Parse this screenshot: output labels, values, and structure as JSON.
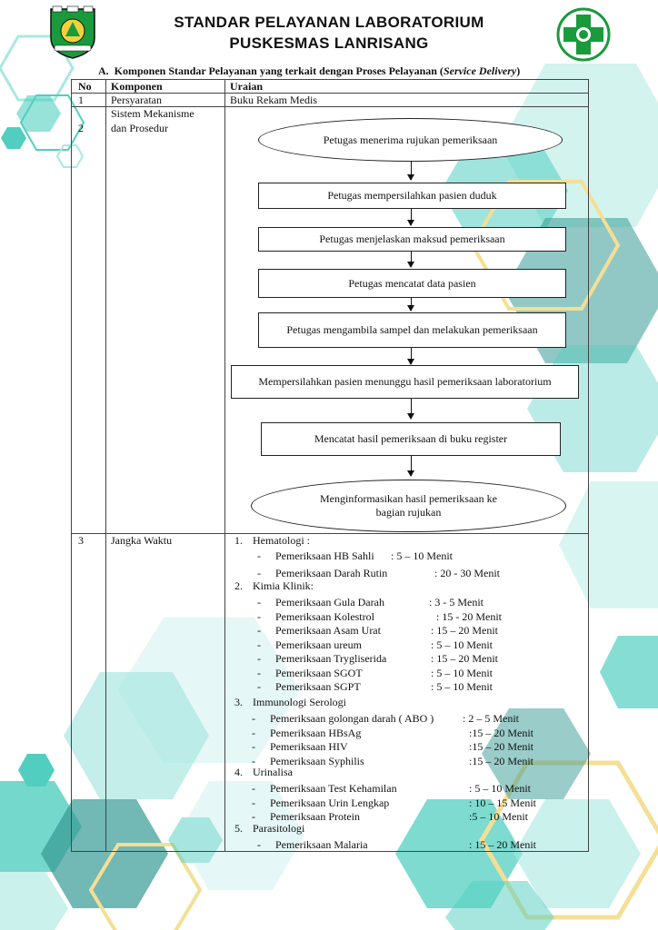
{
  "header": {
    "title_line1": "STANDAR PELAYANAN LABORATORIUM",
    "title_line2": "PUSKESMAS LANRISANG"
  },
  "section": {
    "prefix": "A.",
    "title": "Komponen Standar Pelayanan yang terkait dengan Proses Pelayanan (",
    "title_italic": "Service Delivery",
    "title_end": ")"
  },
  "table": {
    "headers": {
      "no": "No",
      "komponen": "Komponen",
      "uraian": "Uraian"
    },
    "row1": {
      "no": "1",
      "komponen": "Persyaratan",
      "uraian": "Buku Rekam Medis"
    },
    "row2": {
      "no": "2",
      "komponen_line1": "Sistem Mekanisme",
      "komponen_line2": "dan Prosedur"
    },
    "row3": {
      "no": "3",
      "komponen": "Jangka Waktu"
    }
  },
  "flow": {
    "steps": [
      "Petugas menerima rujukan pemeriksaan",
      "Petugas mempersilahkan pasien duduk",
      "Petugas menjelaskan maksud pemeriksaan",
      "Petugas mencatat data pasien",
      "Petugas mengambila sampel dan melakukan pemeriksaan",
      "Mempersilahkan pasien menunggu hasil pemeriksaan laboratorium",
      "Mencatat hasil pemeriksaan di buku register",
      "Menginformasikan hasil pemeriksaan ke",
      "bagian rujukan"
    ]
  },
  "waktu": {
    "groups": [
      {
        "num": "1.",
        "title": "Hematologi :",
        "items": [
          {
            "name": "Pemeriksaan HB Sahli",
            "value": ": 5 – 10 Menit"
          },
          {
            "name": "Pemeriksaan Darah Rutin",
            "value": ": 20 - 30 Menit"
          }
        ]
      },
      {
        "num": "2.",
        "title": "Kimia Klinik:",
        "items": [
          {
            "name": "Pemeriksaan Gula Darah",
            "value": ": 3 - 5  Menit"
          },
          {
            "name": "Pemeriksaan Kolestrol",
            "value": ": 15 - 20 Menit"
          },
          {
            "name": "Pemeriksaan Asam Urat",
            "value": ": 15 – 20 Menit"
          },
          {
            "name": "Pemeriksaan ureum",
            "value": ": 5 – 10 Menit"
          },
          {
            "name": "Pemeriksaan Trygliserida",
            "value": ": 15 – 20 Menit"
          },
          {
            "name": "Pemeriksaan SGOT",
            "value": ": 5 – 10 Menit"
          },
          {
            "name": "Pemeriksaan SGPT",
            "value": ": 5 – 10 Menit"
          }
        ]
      },
      {
        "num": "3.",
        "title": "Immunologi Serologi",
        "items": [
          {
            "name": "Pemeriksaan    golongan   darah   ( ABO )",
            "value": ": 2 – 5 Menit"
          },
          {
            "name": "Pemeriksaan HBsAg",
            "value": ":15 – 20 Menit"
          },
          {
            "name": "Pemeriksaan HIV",
            "value": ":15 – 20 Menit"
          },
          {
            "name": "Pemeriksaan Syphilis",
            "value": ":15 – 20 Menit"
          }
        ]
      },
      {
        "num": "4.",
        "title": "Urinalisa",
        "items": [
          {
            "name": "Pemeriksaan Test Kehamilan",
            "value": ": 5 – 10 Menit"
          },
          {
            "name": "Pemeriksaan Urin Lengkap",
            "value": ": 10 – 15 Menit"
          },
          {
            "name": "Pemeriksaan Protein",
            "value": ":5 – 10 Menit"
          }
        ]
      },
      {
        "num": "5.",
        "title": "Parasitologi",
        "items": [
          {
            "name": "Pemeriksaan Malaria",
            "value": ": 15 – 20 Menit"
          }
        ]
      }
    ]
  },
  "colors": {
    "teal": "#3ec9b9",
    "teal_dark": "#1f8f88",
    "mint": "#9fe6de",
    "yellow": "#f3dc8a",
    "green": "#1a9a3c"
  }
}
